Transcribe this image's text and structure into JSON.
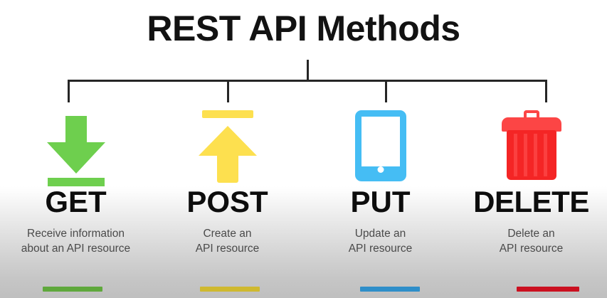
{
  "title": "REST API Methods",
  "diagram": {
    "type": "tree",
    "root": "REST API Methods",
    "branch_count": 4
  },
  "methods": [
    {
      "name": "GET",
      "icon": "download-arrow-icon",
      "color": "#6ECF4E",
      "accent_color": "#5fa83c",
      "description_line1": "Receive information",
      "description_line2": "about an API resource"
    },
    {
      "name": "POST",
      "icon": "upload-arrow-icon",
      "color": "#FDE04F",
      "accent_color": "#cfb92f",
      "description_line1": "Create an",
      "description_line2": "API resource"
    },
    {
      "name": "PUT",
      "icon": "tablet-device-icon",
      "color": "#45BDF4",
      "accent_color": "#2e8ec9",
      "description_line1": "Update an",
      "description_line2": "API resource"
    },
    {
      "name": "DELETE",
      "icon": "trash-can-icon",
      "color": "#F42525",
      "accent_color": "#cb1020",
      "description_line1": "Delete an",
      "description_line2": "API resource"
    }
  ]
}
